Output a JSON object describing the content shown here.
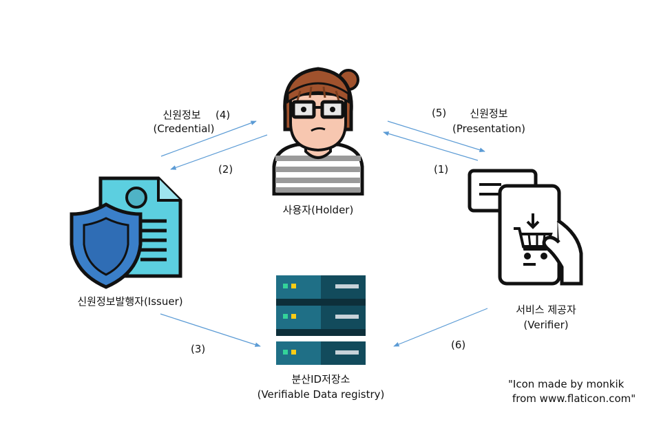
{
  "nodes": {
    "holder": {
      "label": "사용자(Holder)"
    },
    "issuer": {
      "label": "신원정보발행자(Issuer)"
    },
    "verifier": {
      "label": "서비스 제공자",
      "sublabel": "(Verifier)"
    },
    "registry": {
      "label": "분산ID저장소",
      "sublabel": "(Verifiable Data registry)"
    }
  },
  "edges": {
    "credential": {
      "step": "(4)",
      "label": "신원정보",
      "sublabel": "(Credential)"
    },
    "request_issuer": {
      "step": "(2)"
    },
    "presentation": {
      "step": "(5)",
      "label": "신원정보",
      "sublabel": "(Presentation)"
    },
    "request_verifier": {
      "step": "(1)"
    },
    "issuer_registry": {
      "step": "(3)"
    },
    "verifier_registry": {
      "step": "(6)"
    }
  },
  "attribution": {
    "line1": "\"Icon made by monkik",
    "line2": "from www.flaticon.com\""
  },
  "colors": {
    "arrow": "#5b9bd5",
    "outline": "#111111"
  }
}
